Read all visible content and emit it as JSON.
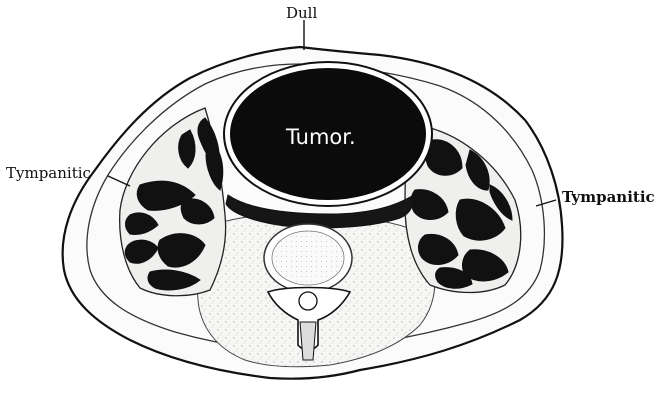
{
  "labels": {
    "top": "Dull",
    "left": "Tympanitic",
    "right": "Tympanitic",
    "tumor": "Tumor."
  },
  "colors": {
    "ink": "#111111",
    "tissue": "#f4f4f2",
    "tumor_fill": "#0b0b0b",
    "background": "#ffffff"
  }
}
